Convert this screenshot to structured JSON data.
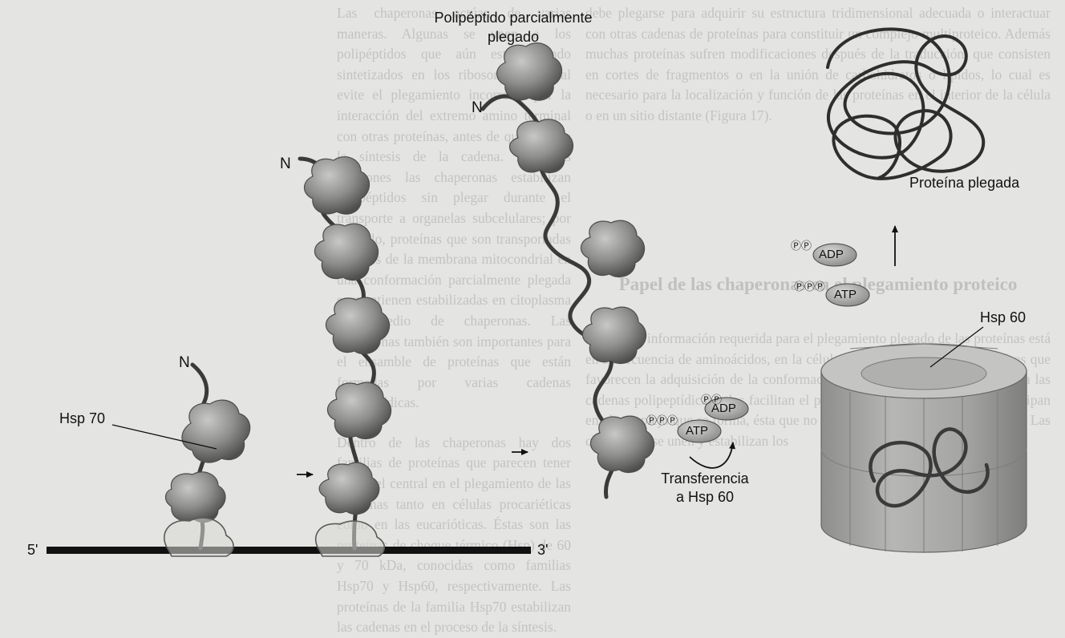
{
  "labels": {
    "partially_folded": [
      "Polipéptido parcialmente",
      "plegado"
    ],
    "folded_protein": "Proteína plegada",
    "hsp70": "Hsp 70",
    "hsp60": "Hsp 60",
    "transfer": [
      "Transferencia",
      "a Hsp 60"
    ],
    "n_terminal": "N",
    "five_prime": "5'",
    "three_prime": "3'",
    "adp": "ADP",
    "atp": "ATP",
    "p_two": "ⓅⓅ",
    "p_three": "ⓅⓅⓅ"
  },
  "background_text": {
    "middle_column": [
      "Las chaperonas actúan de varias maneras. Algunas se unen a los polipéptidos que aún están siendo sintetizados en los ribosomas, lo cual evite el plegamiento incorrecto por la interacción del extremo amino terminal con otras proteínas, antes de que finalice la síntesis de la cadena. En otras ocasiones las chaperonas estabilizan polipéptidos sin plegar durante el transporte a organelas subcelulares; por ejemplo, proteínas que son transportadas a través de la membrana mitocondrial en una conformación parcialmente plegada se mantienen estabilizadas en citoplasma por medio de chaperonas. Las chaperonas también son importantes para el ensamble de proteínas que están formadas por varias cadenas polipeptídicas.",
      "Dentro de las chaperonas hay dos familias de proteínas que parecen tener un papel central en el plegamiento de las proteínas tanto en células procariéticas como en las eucarióticas. Éstas son las proteínas de choque térmico (Hsp) de 60 y 70 kDa, conocidas como familias Hsp70 y Hsp60, respectivamente. Las proteínas de la familia Hsp70 estabilizan las cadenas en el proceso de la síntesis."
    ],
    "right_column_top": "debe plegarse para adquirir su estructura tridimensional adecuada o interactuar con otras cadenas de proteínas para constituir un complejo multiproteico. Además muchas proteínas sufren modificaciones después de la traducción, que consisten en cortes de fragmentos o en la unión de carbohidratos o lípidos, lo cual es necesario para la localización y función de las proteínas en el interior de la célula o en un sitio distante (Figura 17).",
    "right_heading": "Papel de las chaperonas en el plegamiento proteico",
    "right_column_bottom": "Aunque la información requerida para el plegamiento plegado de las proteínas está en su secuencia de aminoácidos, en la célula las chaperonas son las proteínas que favorecen la adquisición de la conformación final. Estas moléculas se unen a las cadenas polipeptídicas y les facilitan el plegamiento de su forma final. Participan en el complejo que se forma, ésta que no aportan información al plegamiento. Las chaperonas se unen y estabilizan los"
  },
  "colors": {
    "background": "#e4e4e2",
    "strand": "#3a3a3a",
    "chaperone_fill": "#8e8e8c",
    "chaperone_dark": "#5c5c5a",
    "chaperone_light": "#b4b4b2",
    "barrel_side": "#a9a9a7",
    "barrel_top": "#c4c4c2",
    "barrel_line": "#6a6a68",
    "mrna": "#111111",
    "ghost_text": "#c3c3c1",
    "label": "#111111"
  }
}
